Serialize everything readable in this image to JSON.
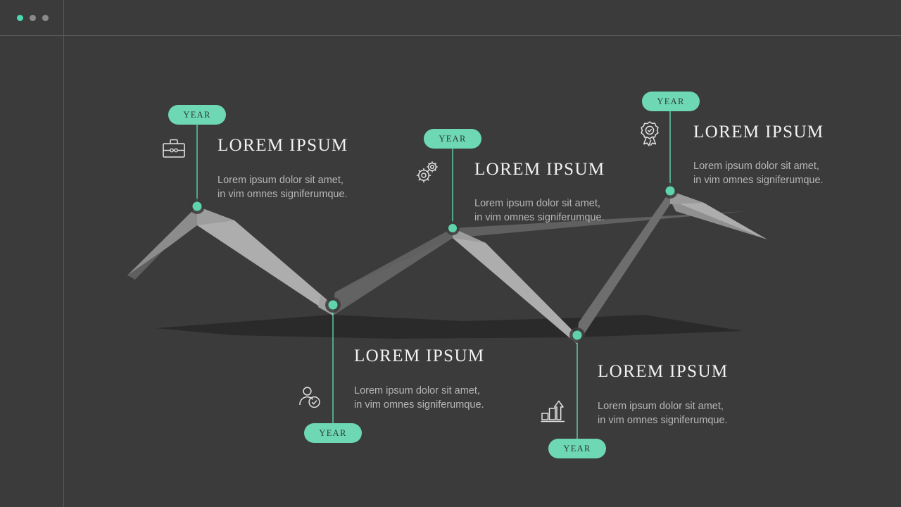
{
  "window": {
    "dots": [
      {
        "name": "dot-active",
        "color": "#4cd9b0"
      },
      {
        "name": "dot-inactive-1",
        "color": "#8a8a8a"
      },
      {
        "name": "dot-inactive-2",
        "color": "#8a8a8a"
      }
    ]
  },
  "theme": {
    "background": "#3b3b3b",
    "accent": "#6ed8b4",
    "accent_line": "#5fd3ad",
    "title_color": "#f2f2f2",
    "body_color": "#b6b6b6",
    "ribbon_light": "#a9a9a9",
    "ribbon_mid": "#8e8e8e",
    "ribbon_dark": "#6f6f6f",
    "ribbon_darker": "#5c5c5c",
    "terrain_dark": "#2b2b2b",
    "terrain_darker": "#262626"
  },
  "chart_data": {
    "type": "line",
    "title": "",
    "xlabel": "",
    "ylabel": "",
    "grid": false,
    "legend": "none",
    "description": "Five-point zig-zag 3D ribbon timeline (mountain/peak style) with teal node markers at each data point",
    "x": [
      280,
      473,
      643,
      820,
      952
    ],
    "y": [
      293,
      433,
      324,
      476,
      271
    ],
    "values": [
      293,
      433,
      324,
      476,
      271
    ],
    "node_color": "#5fd3ad",
    "node_labels": [
      "YEAR",
      "YEAR",
      "YEAR",
      "YEAR",
      "YEAR"
    ]
  },
  "milestones": [
    {
      "id": "milestone-1",
      "year": "YEAR",
      "title": "LOREM IPSUM",
      "desc_line1": "Lorem ipsum dolor sit amet,",
      "desc_line2": "in vim omnes signiferumque.",
      "icon": "briefcase-icon"
    },
    {
      "id": "milestone-2",
      "year": "YEAR",
      "title": "LOREM IPSUM",
      "desc_line1": "Lorem ipsum dolor sit amet,",
      "desc_line2": "in vim omnes signiferumque.",
      "icon": "person-check-icon"
    },
    {
      "id": "milestone-3",
      "year": "YEAR",
      "title": "LOREM IPSUM",
      "desc_line1": "Lorem ipsum dolor sit amet,",
      "desc_line2": "in vim omnes signiferumque.",
      "icon": "gears-icon"
    },
    {
      "id": "milestone-4",
      "year": "YEAR",
      "title": "LOREM IPSUM",
      "desc_line1": "Lorem ipsum dolor sit amet,",
      "desc_line2": "in vim omnes signiferumque.",
      "icon": "bar-chart-growth-icon"
    },
    {
      "id": "milestone-5",
      "year": "YEAR",
      "title": "LOREM IPSUM",
      "desc_line1": "Lorem ipsum dolor sit amet,",
      "desc_line2": "in vim omnes signiferumque.",
      "icon": "award-badge-icon"
    }
  ]
}
